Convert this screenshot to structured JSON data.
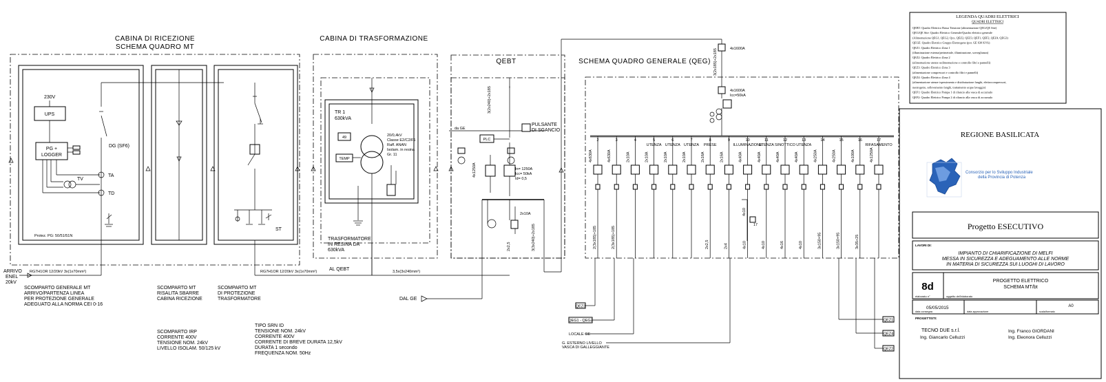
{
  "sections": {
    "reception_title_1": "CABINA DI RICEZIONE",
    "reception_title_2": "SCHEMA QUADRO MT",
    "transformation_title": "CABINA DI TRASFORMAZIONE",
    "qebt_title": "QEBT",
    "qeg_title": "SCHEMA QUADRO GENERALE (QEG)"
  },
  "mt_panel": {
    "v230": "230V",
    "ups": "UPS",
    "pg_logger_1": "PG +",
    "pg_logger_2": "LOGGER",
    "dg_label": "DG (SF6)",
    "ta": "TA",
    "tv": "TV",
    "td": "TD",
    "st": "ST",
    "protez": "Protez. PG: 50/51/51N"
  },
  "transformer": {
    "tr_name": "TR 1",
    "tr_power": "630kVA",
    "spec_1": "20/0,4kV",
    "spec_2": "Classe E2/C2/F1",
    "spec_3": "Raff. ANAN",
    "spec_4": "Isolam. in resina",
    "spec_5": "Gr. 11",
    "box_49": "49",
    "temp": "TEMP",
    "caption_1": "TRASFORMATORE",
    "caption_2": "IN RESINA DA",
    "caption_3": "630kVA"
  },
  "qebt": {
    "pulsante_1": "PULSANTE",
    "pulsante_2": "DI SGANCIO",
    "plc": "PLC",
    "da_ge": "da GE",
    "breaker_spec_1": "In= 1250A",
    "breaker_spec_2": "Icc= 50kA",
    "breaker_spec_3": "Id= 0,5",
    "cable_main": "3(2x240)+2x185",
    "rating_4x1250": "4x1250A",
    "sub_breaker": "2x10A",
    "cable_2x2_5": "2x2,5",
    "cable_3x240": "3(3x240)+2x185"
  },
  "cables": {
    "mt_arrivo": "RG7H1OR 12/20kV 3x(1x70mm²)",
    "mt_to_tr": "RG7H1OR 12/20kV 3x(1x70mm²)",
    "lv_to_qebt": "3,5x(3x240mm²)",
    "al_qebt": "AL QEBT",
    "dal_ge": "DAL GE"
  },
  "arrivo": {
    "line1": "ARRIVO",
    "line2": "ENEL",
    "line3": "20kV"
  },
  "compartments": {
    "generale_1": "SCOMPARTO GENERALE MT",
    "generale_2": "ARRIVO/PARTENZA LINEA",
    "generale_3": "PER PROTEZIONE GENERALE",
    "generale_4": "ADEGUATO ALLA NORMA CEI 0-16",
    "risalita_1": "SCOMPARTO MT",
    "risalita_2": "RISALITA SBARRE",
    "risalita_3": "CABINA RICEZIONE",
    "protezione_1": "SCOMPARTO MT",
    "protezione_2": "DI PROTEZIONE",
    "protezione_3": "TRASFORMATORE"
  },
  "specs_irp": {
    "l1": "SCOMPARTO IRP",
    "l2": "CORRENTE 400V",
    "l3": "TENSIONE NOM. 24kV",
    "l4": "LIVELLO ISOLAM. 50/125 kV"
  },
  "specs_srn": {
    "l1": "TIPO SRN ID",
    "l2": "TENSIONE NOM. 24kV",
    "l3": "CORRENTE 400V",
    "l4": "CORRENTE DI BREVE DURATA 12,5kV",
    "l5": "DURATA 1 secondo",
    "l6": "FREQUENZA NOM. 50Hz"
  },
  "qeg": {
    "main_breaker_1": "4x1600A",
    "main_breaker_2": "4x1600A",
    "main_breaker_2b": "Icc=50kA",
    "main_cable": "3(2x185)+2x185",
    "feeders": [
      {
        "num": "2",
        "name": "",
        "rating": "4x630A",
        "cable": "2(3x185)+185"
      },
      {
        "num": "3",
        "name": "",
        "rating": "4x630A",
        "cable": "2(3x185)+185"
      },
      {
        "num": "4",
        "name": "",
        "rating": "2x10A",
        "cable": ""
      },
      {
        "num": "5",
        "name": "UTENZA",
        "rating": "2x10A",
        "cable": ""
      },
      {
        "num": "6",
        "name": "UTENZA",
        "rating": "2x10A",
        "cable": ""
      },
      {
        "num": "7",
        "name": "UTENZA",
        "rating": "2x10A",
        "cable": ""
      },
      {
        "num": "8",
        "name": "PRESE",
        "rating": "2x16A",
        "cable": "2x2,5"
      },
      {
        "num": "9",
        "name": "",
        "rating": "2x16A",
        "cable": "2x4"
      },
      {
        "num": "10",
        "name": "ILLUMINAZIONE",
        "rating": "4x40A",
        "cable": "4x10"
      },
      {
        "num": "11",
        "name": "UTENZA",
        "rating": "4x40A",
        "cable": "4x10"
      },
      {
        "num": "12",
        "name": "SINOTTICO",
        "rating": "4x40A",
        "cable": "4x16"
      },
      {
        "num": "13",
        "name": "UTENZA",
        "rating": "4x40A",
        "cable": "4x10"
      },
      {
        "num": "14",
        "name": "",
        "rating": "4x250A",
        "cable": "3x150+95"
      },
      {
        "num": "15",
        "name": "",
        "rating": "4x250A",
        "cable": "3x150+95"
      },
      {
        "num": "16",
        "name": "",
        "rating": "4x100A",
        "cable": "3x35+25"
      },
      {
        "num": "17",
        "name": "RIFASAMENTO",
        "rating": "4x1250A",
        "cable": ""
      }
    ],
    "feeder_9_sub": "4x10",
    "feeder_9_sub_num": "17"
  },
  "outputs_left": {
    "qez3": "QEZ3",
    "qeg1": "QEG1 - QEG2",
    "locale": "LOCALE GE",
    "esterno_1": "G. ESTERNO LIVELLO",
    "esterno_2": "VASCA DI GALLEGGIANTE"
  },
  "outputs_right": [
    "QEZ1",
    "QEZ4",
    "QEZ2"
  ],
  "legend": {
    "title": "LEGENDA QUADRI ELETTRICI",
    "subtitle": "QUADRI ELETTRICI",
    "items": [
      "QEBT: Quadro Elettrico Bassa Tensione (alimentazione QEG/QE Site)",
      "QEG/QE Site: Quadro Elettrico Generale/Quadro elettrico generale",
      "(Alimentazione QEG1, QEG2, Qxx, QEZ2, QEZ3, QEF1, QEF2, QEZ4, QEG3)",
      "QEGE: Quadro Elettrico Gruppo Elettrogeno (pot. GE 630 KVA)",
      "QEZ1: Quadro Elettrico Zona 1",
      "(illuminazione esterna/perimetrale, illuminazione, sorveglianza)",
      "QEZ2: Quadro Elettrico Zona 2",
      "(alimentazione utenze sedimentazione e controllo filtri e pannelli)",
      "QEZ3: Quadro Elettrico Zona 3",
      "(alimentazione compressori e controllo filtri e pannelli)",
      "QEZ4: Quadro Elettrico Zona 4",
      "(alimentazione utenze ispessimento e disidratazione fanghi, elettrocompressori,",
      "nastrogetto, sollevamento fanghi, trattamento acque lavaggio)",
      "QEF1: Quadro Elettrico Pompa 1 di rilancio alla vasca di accumulo",
      "QEF2: Quadro Elettrico Pompa 2 di rilancio alla vasca di accumulo"
    ]
  },
  "title_block": {
    "region": "REGIONE BASILICATA",
    "logo_text_1": "Consorzio per lo Sviluppo Industriale",
    "logo_text_2": "della Provincia di Potenza",
    "project": "Progetto ESECUTIVO",
    "lavori_label": "LAVORI DI:",
    "work_1": "IMPIANTO DI CHIARIFICAZIONE DI MELFI",
    "work_2": "MESSA IN SICUREZZA E ADEGUAMENTO ALLE NORME",
    "work_3": "IN MATERIA DI SICUREZZA SUI LUOGHI DI LAVORO",
    "drawing_no": "8d",
    "drawing_title_1": "PROGETTO ELETTRICO",
    "drawing_title_2": "SCHEMA MT/bt",
    "elab_label": "elaborato n°",
    "oggetto_label": "oggetto dell'elaborato",
    "date": "05/05/2015",
    "rev": "A0",
    "data_consegna_label": "data consegna",
    "data_approvazione_label": "data approvazione",
    "scala_label": "scala/formato",
    "progettisti_label": "PROGETTISTI:",
    "company": "TECNO DUE s.r.l.",
    "eng_1": "Ing. Giancarlo Celluzzi",
    "eng_2": "Ing. Franco GIORDANI",
    "eng_3": "Ing. Eleonora Celluzzi"
  }
}
